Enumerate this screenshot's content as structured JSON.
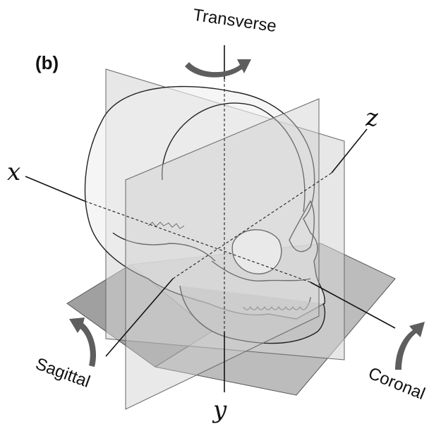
{
  "panel_label": "(b)",
  "axes": {
    "x": "x",
    "y": "y",
    "z": "z"
  },
  "planes": {
    "transverse": "Transverse",
    "sagittal": "Sagittal",
    "coronal": "Coronal"
  },
  "colors": {
    "plane_fill": "#d9d9d9",
    "plane_dark": "#9a9a9a",
    "arrow": "#5e5e5e",
    "line": "#111111"
  }
}
